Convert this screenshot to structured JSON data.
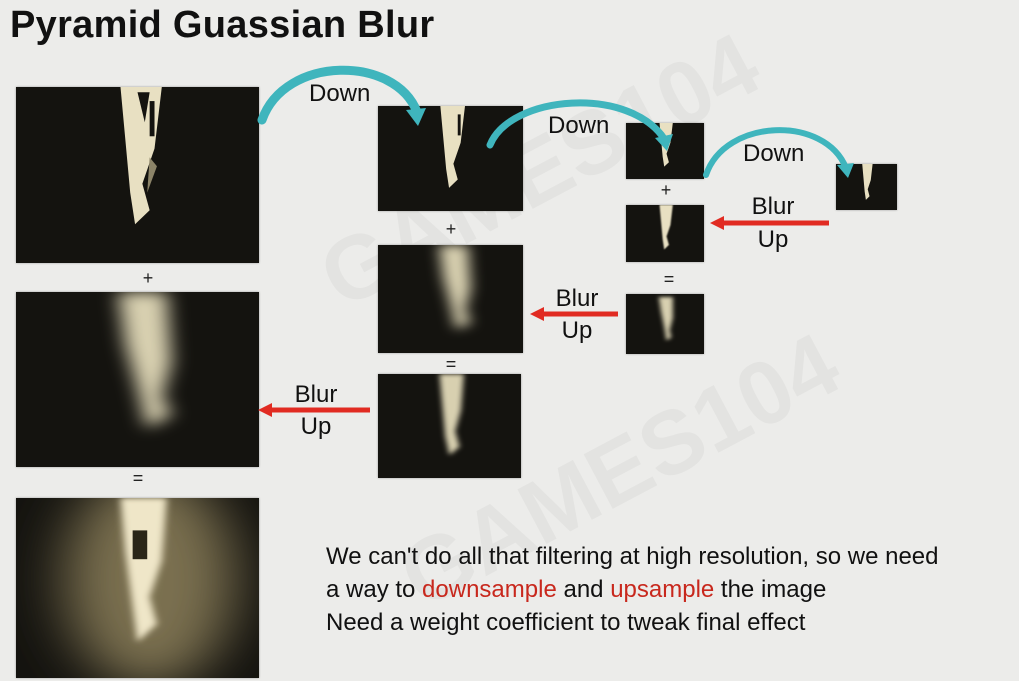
{
  "title": "Pyramid Guassian Blur",
  "labels": {
    "down": "Down",
    "blur": "Blur",
    "up": "Up",
    "plus": "+",
    "equals": "="
  },
  "description": {
    "line1": "We can't do all that filtering at high resolution, so we need",
    "line2_prefix": "a way to ",
    "line2_downsample": "downsample",
    "line2_and": " and ",
    "line2_upsample": "upsample",
    "line2_suffix": " the image",
    "line3": "Need a weight coefficient to tweak final effect"
  },
  "watermark": "GAMES104",
  "colors": {
    "background": "#ececea",
    "down_arrow": "#3fb5bd",
    "up_arrow": "#e12b22",
    "accent_text": "#c8281d",
    "image_dark": "#14130f",
    "image_light": "#e8e0c2"
  }
}
